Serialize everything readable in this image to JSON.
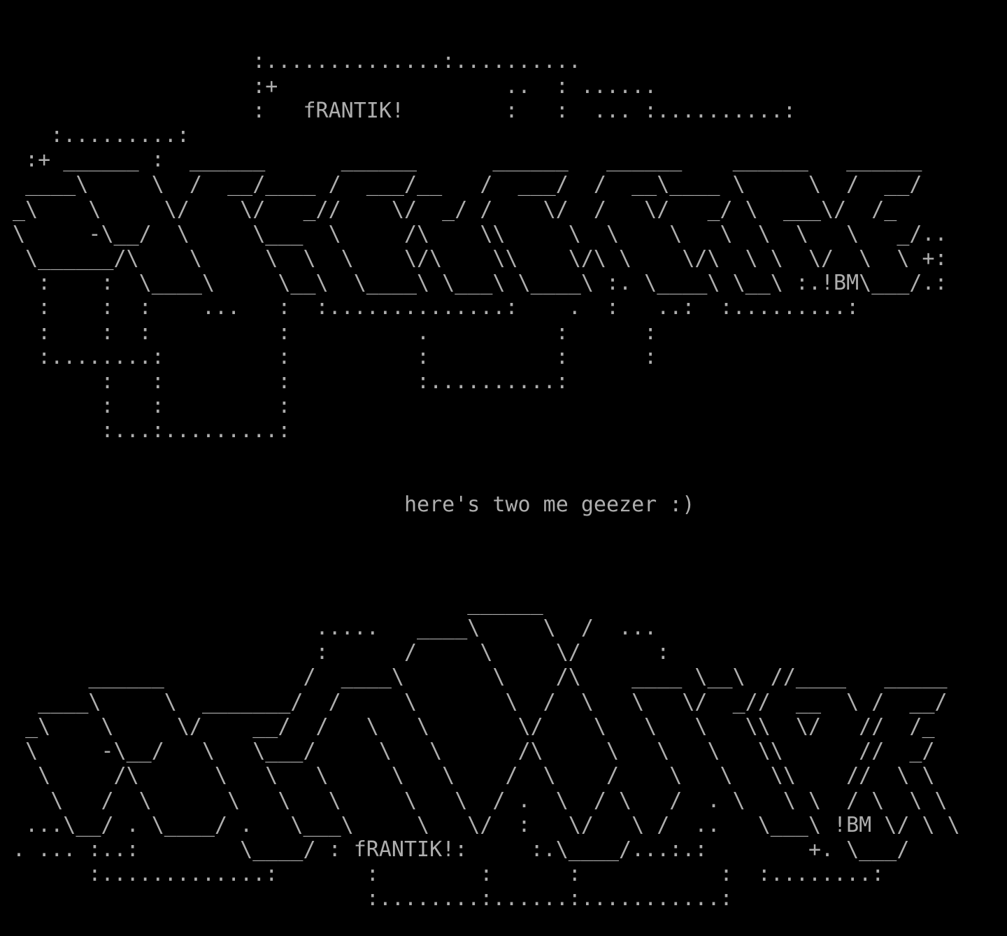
{
  "page": {
    "background_color": "#000000",
    "foreground_color": "#aeaeae"
  },
  "texts": {
    "artist_tag_top": "fRANTIK!",
    "artist_tag_bottom": "fRANTIK!:",
    "group_tag": "!BM",
    "dedication": "here's two me geezer :)"
  },
  "ascii_art": {
    "top_logo_lines": [
      "",
      "",
      "                    :..............:..........",
      "                    :+                  ..  : ......",
      "                    :   fRANTIK!        :   :  ... :..........:",
      "    :.........:",
      "  :+ ______ :  ______      ______      ______   ______    ______   ______",
      "  ____\\     \\  /  __/____ /  ___/__   /  ___/  /  __\\____ \\     \\  /  __/",
      " _\\    \\     \\/    \\/   _//    \\/  _/ /    \\/  /   \\/   _/ \\  ___\\/  /_",
      " \\     -\\__/  \\     \\___  \\     /\\    \\\\     \\  \\    \\   \\  \\  \\   \\   _/..",
      "  \\______/\\    \\     \\  \\  \\    \\/\\    \\\\    \\/\\ \\    \\/\\  \\ \\  \\/  \\  \\ +:",
      "   :    :  \\____\\     \\__\\  \\____\\ \\___\\ \\____\\ :. \\____\\ \\__\\ :.!BM\\___/.:",
      "   :    :  :    ...   :  :..............:    .  :   ..:  :.........:",
      "   :    :  :          :          .          :      :",
      "   :........:         :          :          :      :",
      "        :   :         :          :..........:",
      "        :   :         :",
      "        :...:.........:"
    ],
    "middle_lines": [
      "",
      "",
      "                                here's two me geezer :)",
      ""
    ],
    "bottom_logo_lines": [
      "",
      "",
      "",
      "                                     ______",
      "                         .....   ____\\     \\  /  ...",
      "                         :      /     \\     \\/      :",
      "       ______           /  ____\\       \\    /\\    ____ \\__\\  //____   _____",
      "   ____\\     \\  _______/  /     \\       \\  /  \\   \\   \\/  _//  __  \\ /  __/",
      "  _\\    \\     \\/    __/  /   \\   \\       \\/    \\   \\   \\   \\\\  \\/   //  /_",
      "  \\     -\\__/   \\   \\___/     \\   \\      /\\     \\   \\   \\   \\\\      //  _/",
      "   \\     /\\      \\   \\   \\     \\   \\    /  \\    /    \\   \\   \\\\    //  \\ \\",
      "    \\   /  \\      \\   \\   \\     \\   \\  / .  \\  / \\   /  . \\   \\ \\  / \\  \\ \\",
      "  ...\\__/ . \\____/ .   \\___\\     \\   \\/  :   \\/   \\ /  ..   \\___\\ !BM \\/ \\ \\",
      " . ... :..:        \\____/ : fRANTIK!:     :.\\____/...:.:        +. \\___/",
      "       :.............:       :        :      :           :  :........:",
      "                             :........:......:...........:"
    ]
  }
}
